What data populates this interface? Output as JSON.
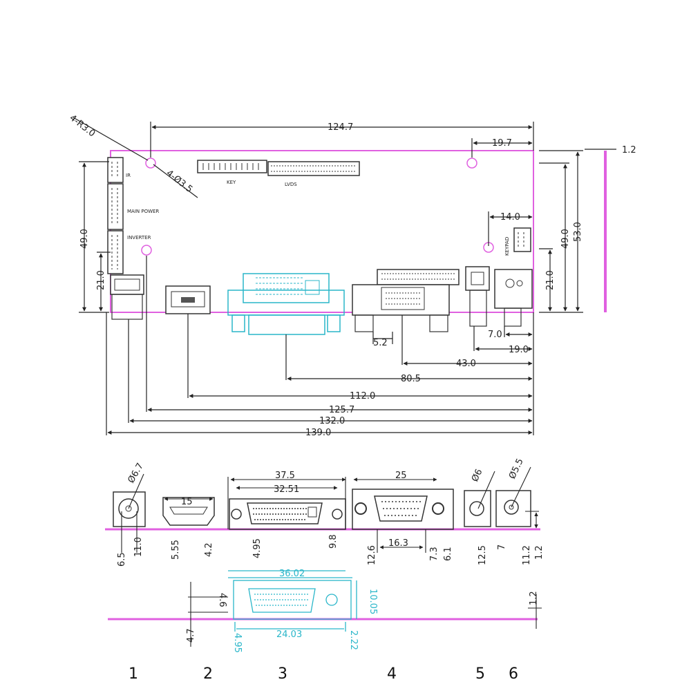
{
  "board_dimensions": {
    "width_top": "124.7",
    "mount_top_right": "19.7",
    "thickness_top": "1.2",
    "hole_label_1": "4-R3.0",
    "hole_label_2": "4-Ø3.5",
    "height_left": "49.0",
    "lower_left": "21.0",
    "right_inner": "14.0",
    "height_right_inner": "49.0",
    "height_right_outer": "53.0",
    "lower_right": "21.0"
  },
  "pcb_labels": {
    "key": "KEY",
    "lvds": "LVDS",
    "ir": "IR",
    "main_power": "MAIN POWER",
    "inverter": "INVERTER",
    "keypad_small": "KEYPAD"
  },
  "bottom_dims": [
    "5.2",
    "7.0",
    "19.0",
    "43.0",
    "80.5",
    "112.0",
    "125.7",
    "132.0",
    "139.0"
  ],
  "connector_dims": {
    "c1_dia": "Ø6.7",
    "c1_a": "6.5",
    "c1_b": "11.0",
    "c2_width": "15",
    "c2_a": "5.55",
    "c2_b": "4.2",
    "c3_a": "37.5",
    "c3_b": "32.51",
    "c3_c": "4.95",
    "c3_d": "9.8",
    "c4_top": "25",
    "c4_a": "12.6",
    "c4_b": "16.3",
    "c4_c": "7.3",
    "c4_d": "6.1",
    "c5_dia": "Ø6",
    "c5_a": "12.5",
    "c6_dia": "Ø5.5",
    "c6_a": "7",
    "c6_b": "11.2",
    "c6_c": "1.2"
  },
  "dvi_detail": {
    "top": "36.02",
    "left_a": "4.6",
    "left_b": "4.7",
    "left_c": "4.95",
    "right_a": "10.05",
    "right_b": "2.22",
    "bottom": "24.03",
    "thickness": "1.2"
  },
  "connector_numbers": [
    "1",
    "2",
    "3",
    "4",
    "5",
    "6"
  ],
  "colors": {
    "pcb_outline": "#e060e0",
    "dimension_line": "#222222",
    "dvi_cyan": "#29b6c9"
  }
}
